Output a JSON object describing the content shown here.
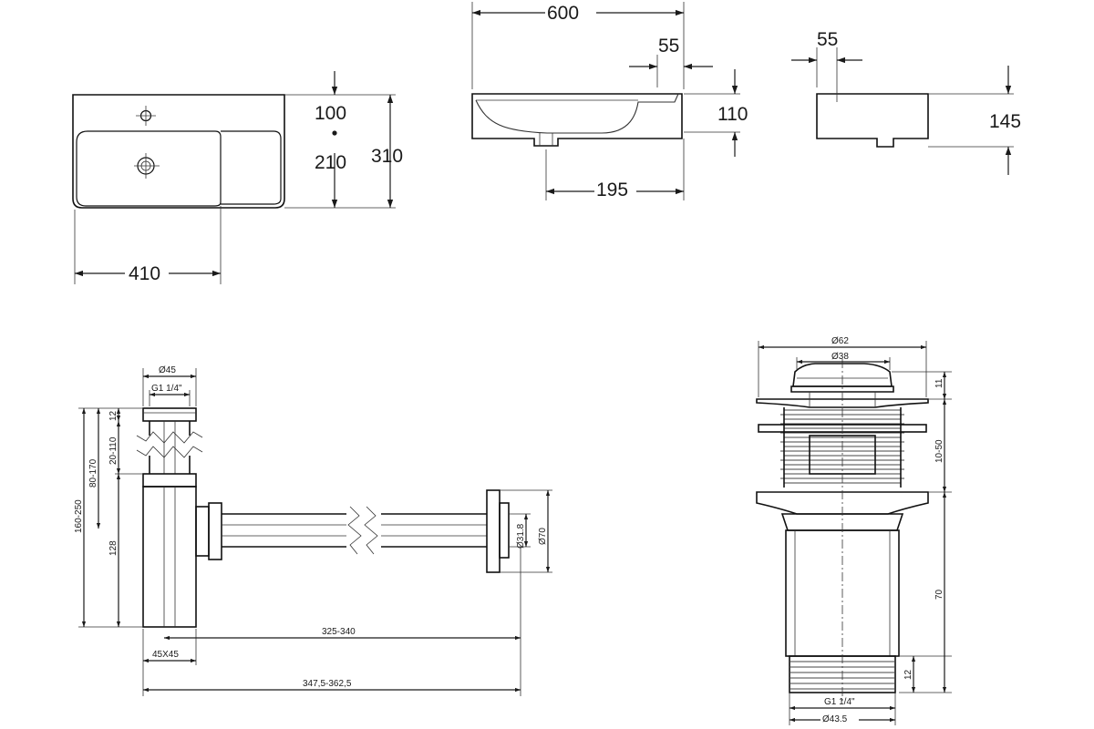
{
  "views": {
    "basin_top": {
      "height_label": "310",
      "upper_label": "100",
      "lower_label": "210",
      "width_label": "410"
    },
    "basin_front": {
      "width_label": "600",
      "edge_label": "55",
      "height_label": "110",
      "bowl_label": "195"
    },
    "basin_side": {
      "offset_label": "55",
      "height_label": "145"
    },
    "siphon": {
      "outlet_diameter_label": "Ø45",
      "thread_label": "G1 1/4\"",
      "cap_label": "12",
      "adjust_label": "20-110",
      "pipe_height_label": "80-170",
      "total_height_label": "160-250",
      "body_height_label": "128",
      "bore_label": "Ø31.8",
      "flange_label": "Ø70",
      "reach_label": "325-340",
      "body_section_label": "45X45",
      "total_reach_label": "347,5-362,5"
    },
    "drain_valve": {
      "cap_diameter_label": "Ø62",
      "inner_diameter_label": "Ø38",
      "cap_height_label": "11",
      "adjust_label": "10-50",
      "body_length_label": "70",
      "thread_length_label": "12",
      "thread_label": "G1 1/4\"",
      "outlet_diameter_label": "Ø43.5"
    }
  }
}
